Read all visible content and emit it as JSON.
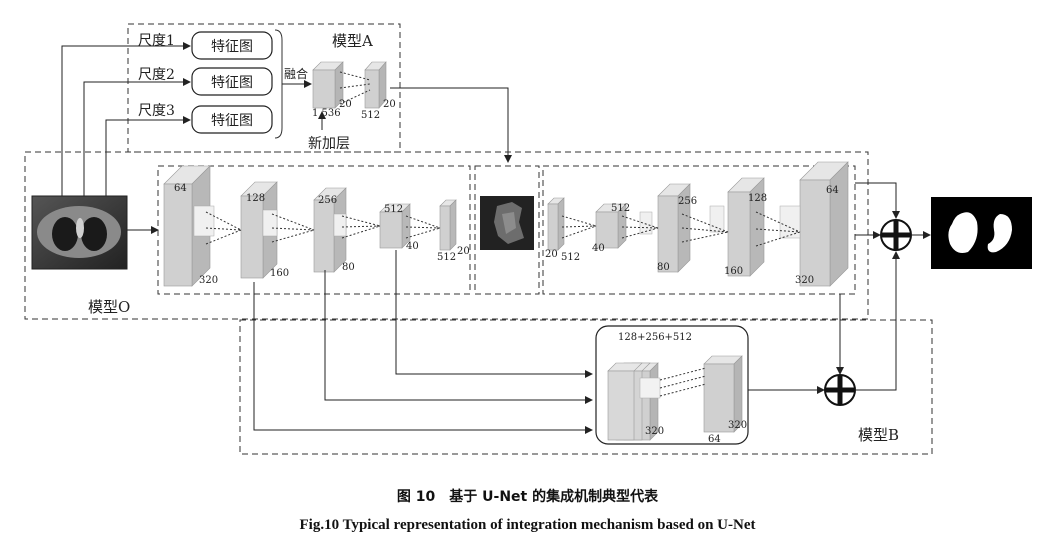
{
  "model_a": {
    "title": "模型A",
    "scales": [
      "尺度1",
      "尺度2",
      "尺度3"
    ],
    "feature_map_label": "特征图",
    "fusion_label": "融合",
    "new_layer_label": "新加层",
    "dims": [
      "1 536",
      "20",
      "512",
      "20"
    ]
  },
  "model_o": {
    "title": "模型O",
    "encoder_dims": [
      "64",
      "320",
      "128",
      "160",
      "256",
      "80",
      "512",
      "40",
      "512",
      "20"
    ],
    "decoder_dims": [
      "20",
      "512",
      "512",
      "40",
      "256",
      "80",
      "128",
      "160",
      "64",
      "320"
    ]
  },
  "model_b": {
    "title": "模型B",
    "concat_label": "128+256+512",
    "dims": [
      "320",
      "64",
      "320"
    ]
  },
  "caption": {
    "zh": "图 10　基于 U-Net 的集成机制典型代表",
    "en": "Fig.10   Typical representation of integration mechanism based on U-Net"
  }
}
